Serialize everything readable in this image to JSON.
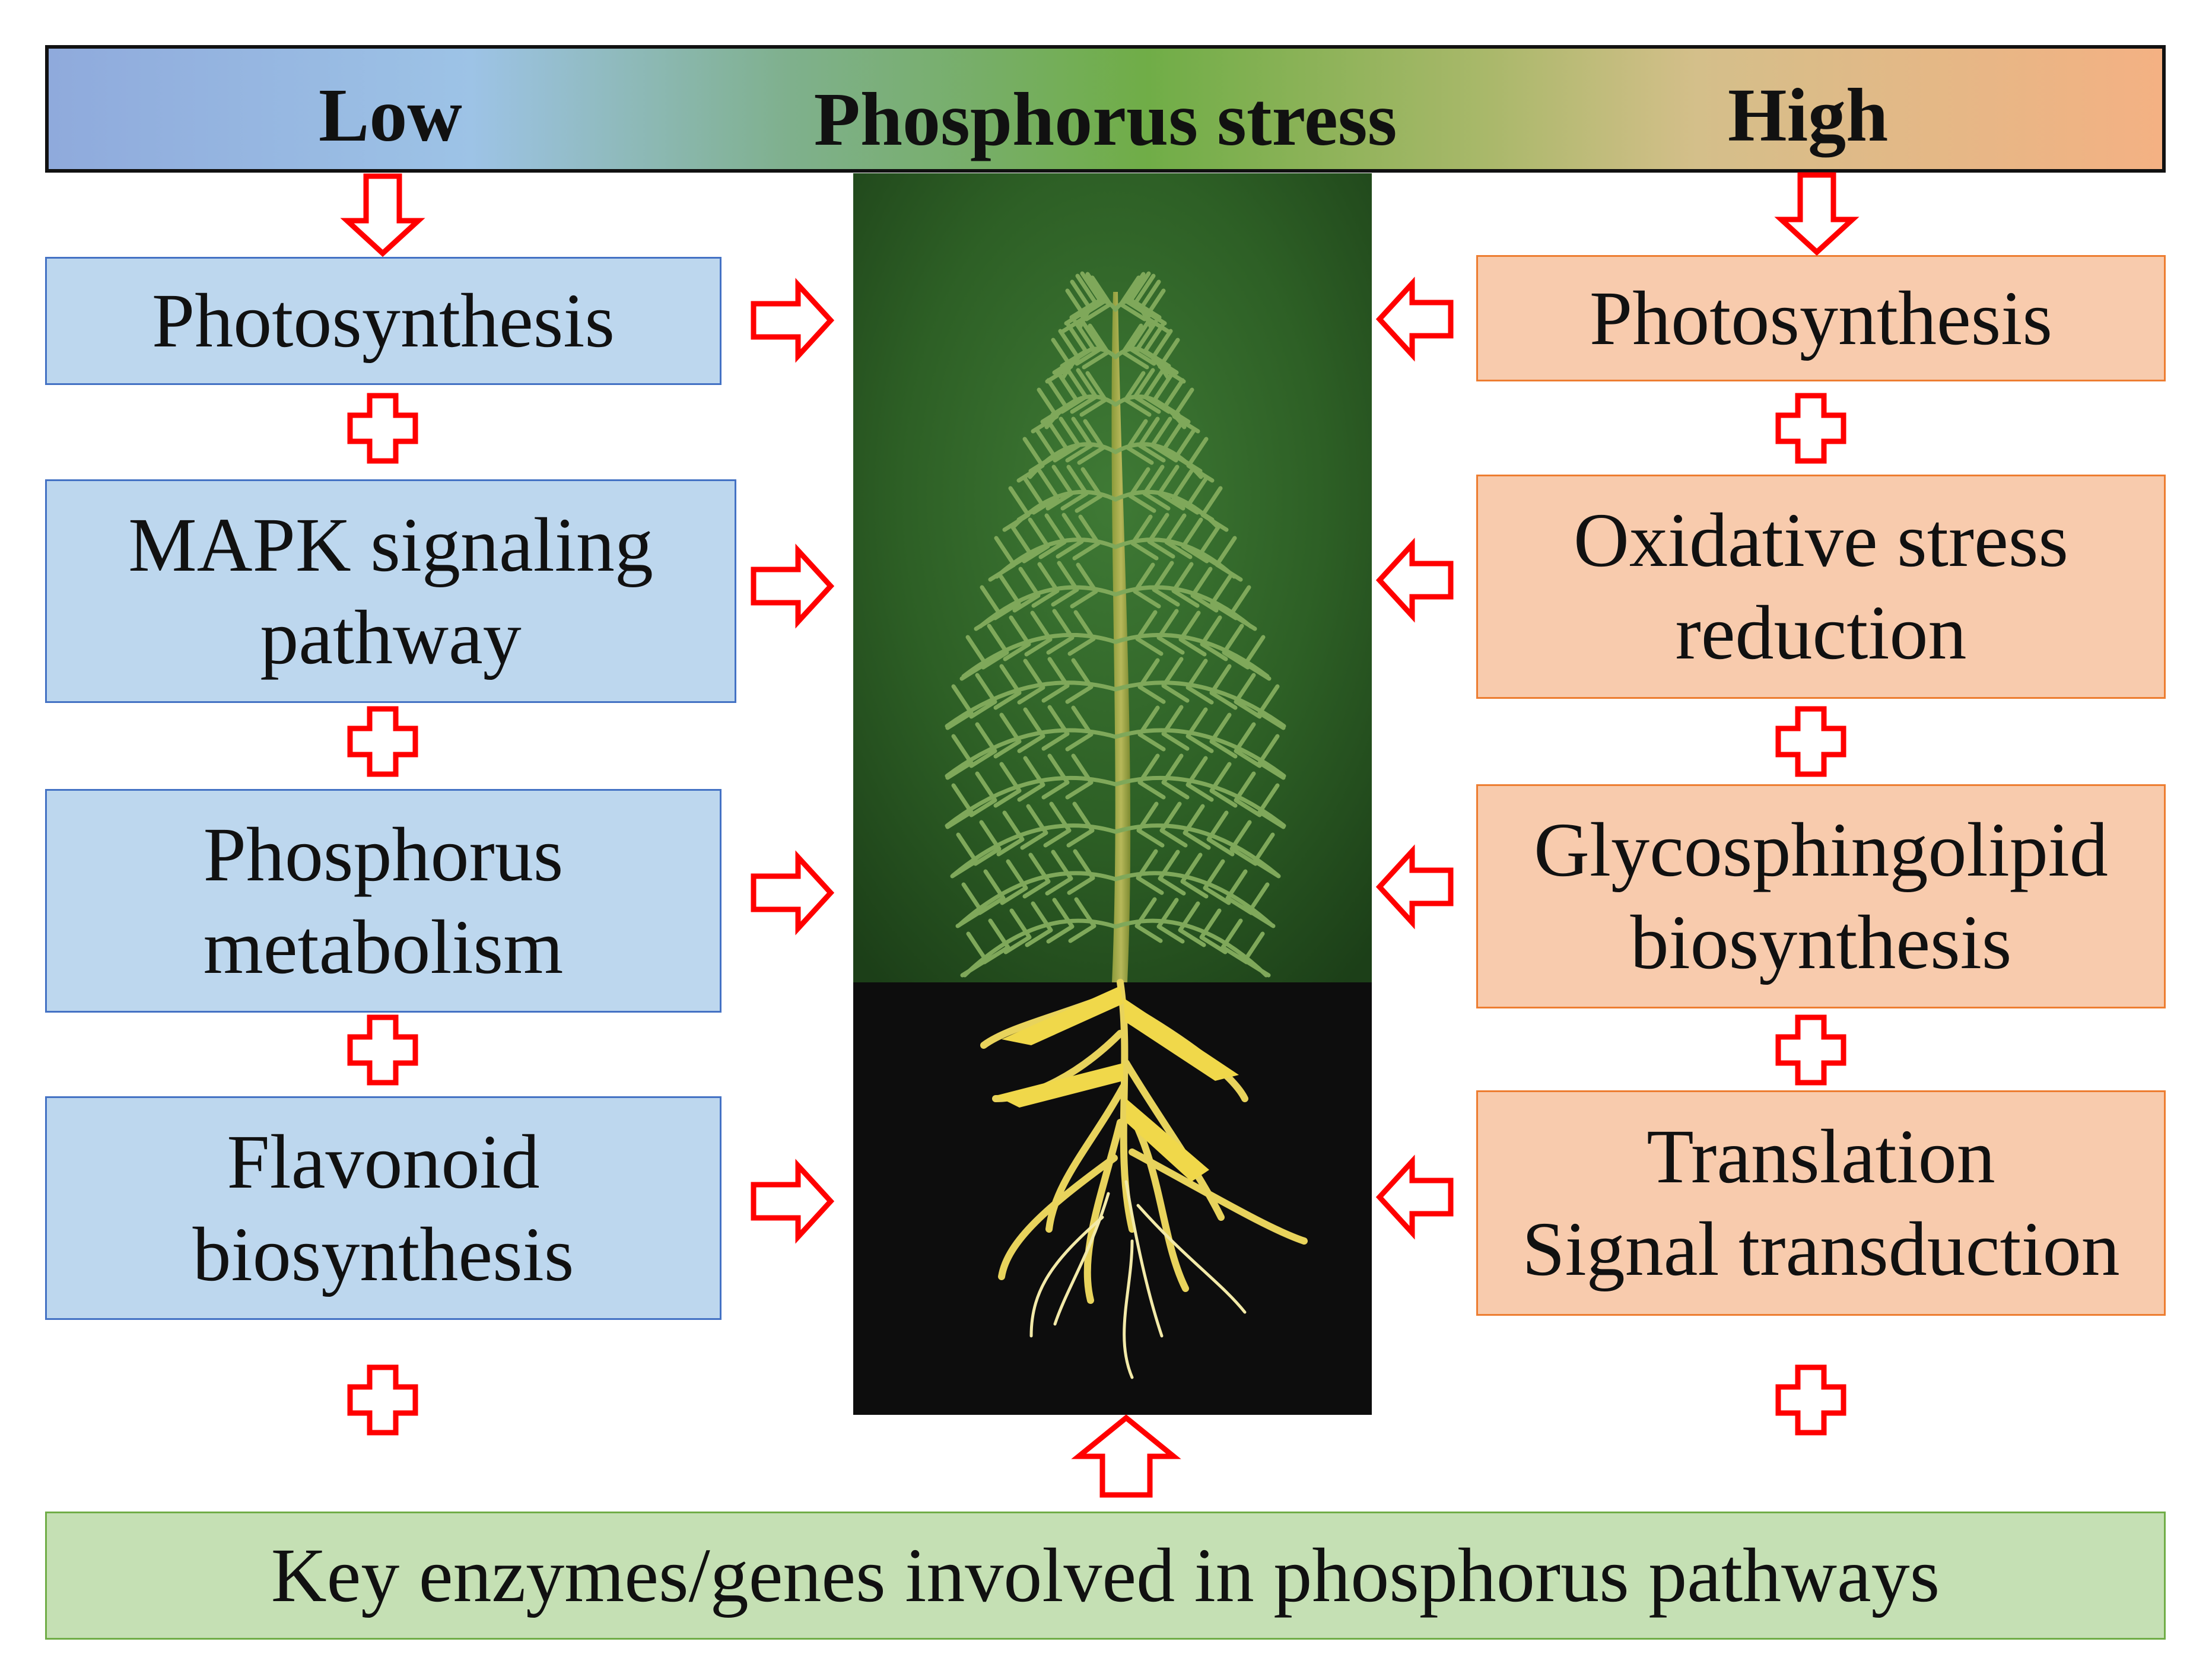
{
  "banner": {
    "low": "Low",
    "title": "Phosphorus stress",
    "high": "High"
  },
  "low_side": [
    {
      "label": "Photosynthesis"
    },
    {
      "label": "MAPK signaling\npathway"
    },
    {
      "label": "Phosphorus\nmetabolism"
    },
    {
      "label": "Flavonoid\nbiosynthesis"
    }
  ],
  "high_side": [
    {
      "label": "Photosynthesis"
    },
    {
      "label": "Oxidative stress\nreduction"
    },
    {
      "label": "Glycosphingolipid\nbiosynthesis"
    },
    {
      "label": "Translation\nSignal transduction"
    }
  ],
  "bottom": {
    "label": "Key enzymes/genes involved in phosphorus pathways"
  },
  "colors": {
    "low_fill": "#bdd7ee",
    "low_border": "#4472c4",
    "high_fill": "#f8cbad",
    "high_border": "#ed7d31",
    "bottom_fill": "#c5e0b4",
    "bottom_border": "#70ad47",
    "arrow": "#ff0000"
  },
  "icons": {
    "arrow": "hollow-block-arrow-icon",
    "plus": "hollow-plus-icon",
    "plant": "aquatic-plant-photo-illustration"
  }
}
